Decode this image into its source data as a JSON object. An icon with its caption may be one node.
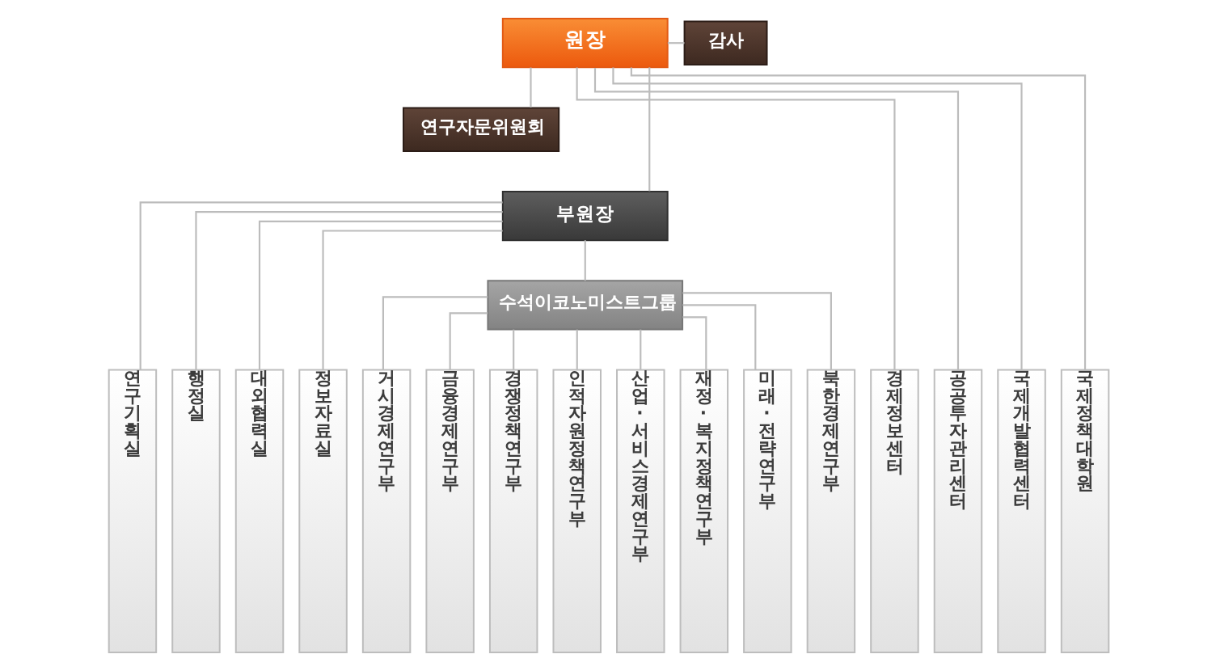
{
  "diagram": {
    "nodes": [
      {
        "text": [
          "원장"
        ]
      },
      {
        "text": [
          "감사"
        ]
      },
      {
        "text": [
          "연구자문위원회"
        ]
      },
      {
        "text": [
          "부원장"
        ]
      },
      {
        "text": [
          "수석이코노미스트그룹"
        ]
      },
      {
        "text": [
          "연구기획실"
        ]
      },
      {
        "text": [
          "행정실"
        ]
      },
      {
        "text": [
          "대외협력실"
        ]
      },
      {
        "text": [
          "정보자료실"
        ]
      },
      {
        "text": [
          "거시경제연구부"
        ]
      },
      {
        "text": [
          "금융경제연구부"
        ]
      },
      {
        "text": [
          "경쟁정책연구부"
        ]
      },
      {
        "text": [
          "인적자원정책연구부"
        ]
      },
      {
        "text": [
          "산업·서비스경제연구부"
        ]
      },
      {
        "text": [
          "재정·복지정책연구부"
        ]
      },
      {
        "text": [
          "미래·전략연구부"
        ]
      },
      {
        "text": [
          "북한경제연구부"
        ]
      },
      {
        "text": [
          "경제정보센터"
        ]
      },
      {
        "text": [
          "공공투자관리센터"
        ]
      },
      {
        "text": [
          "국제개발협력센터"
        ]
      },
      {
        "text": [
          "국제정책대학원"
        ]
      }
    ],
    "edges": [
      {
        "from": 0,
        "to": 1,
        "arrow": "none"
      },
      {
        "from": 0,
        "to": 2,
        "arrow": "none"
      },
      {
        "from": 0,
        "to": 3,
        "arrow": "none"
      },
      {
        "from": 0,
        "to": 17,
        "arrow": "none"
      },
      {
        "from": 0,
        "to": 18,
        "arrow": "none"
      },
      {
        "from": 0,
        "to": 19,
        "arrow": "none"
      },
      {
        "from": 0,
        "to": 20,
        "arrow": "none"
      },
      {
        "from": 3,
        "to": 5,
        "arrow": "none"
      },
      {
        "from": 3,
        "to": 6,
        "arrow": "none"
      },
      {
        "from": 3,
        "to": 7,
        "arrow": "none"
      },
      {
        "from": 3,
        "to": 8,
        "arrow": "none"
      },
      {
        "from": 3,
        "to": 4,
        "arrow": "none"
      },
      {
        "from": 4,
        "to": 9,
        "arrow": "none"
      },
      {
        "from": 4,
        "to": 10,
        "arrow": "none"
      },
      {
        "from": 4,
        "to": 11,
        "arrow": "none"
      },
      {
        "from": 4,
        "to": 12,
        "arrow": "none"
      },
      {
        "from": 4,
        "to": 13,
        "arrow": "none"
      },
      {
        "from": 4,
        "to": 14,
        "arrow": "none"
      },
      {
        "from": 4,
        "to": 15,
        "arrow": "none"
      },
      {
        "from": 4,
        "to": 16,
        "arrow": "none"
      }
    ]
  }
}
